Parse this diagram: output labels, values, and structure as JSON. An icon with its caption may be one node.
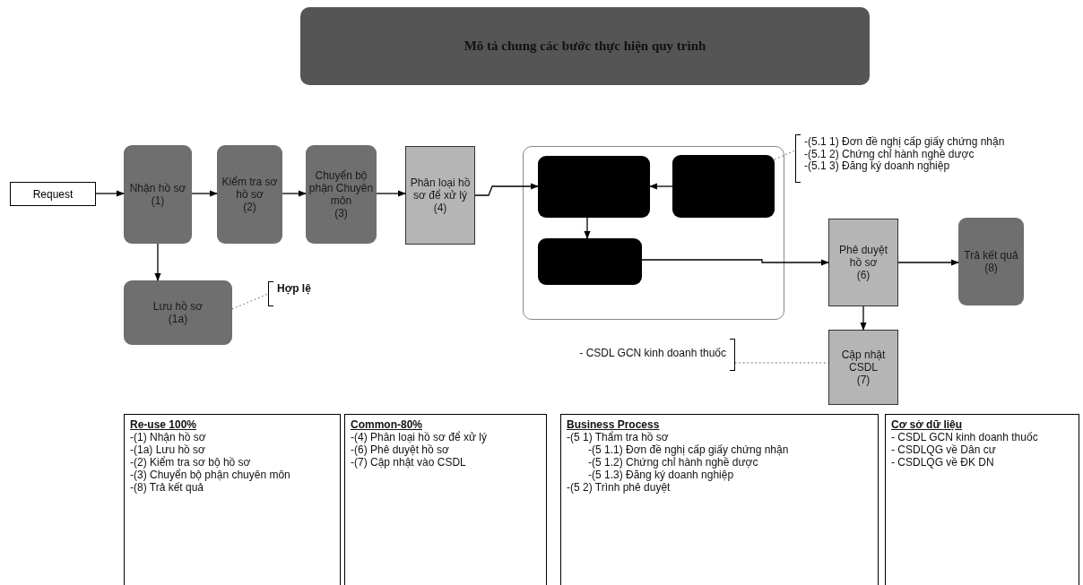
{
  "diagram": {
    "title": "Mô tả chung các bước thực hiện quy trình",
    "nodes": [
      {
        "text": [
          "Request"
        ]
      },
      {
        "text": [
          "Nhận hồ sơ",
          "(1)"
        ]
      },
      {
        "text": [
          "Kiểm tra sơ hồ sơ",
          "(2)"
        ]
      },
      {
        "text": [
          "Chuyển bộ phận Chuyên môn",
          "(3)"
        ]
      },
      {
        "text": [
          "Phân loại hồ sơ để xử lý",
          "(4)"
        ]
      },
      {
        "text": [],
        "shape": "box"
      },
      {
        "text": [],
        "shape": "box",
        "in": 5
      },
      {
        "text": [],
        "shape": "box",
        "in": 5
      },
      {
        "text": [],
        "shape": "box",
        "in": 5
      },
      {
        "text": [
          "Phê duyệt hồ sơ",
          "(6)"
        ]
      },
      {
        "text": [
          "Trả kết quả",
          "(8)"
        ]
      },
      {
        "text": [
          "Cập nhật CSDL",
          "(7)"
        ]
      },
      {
        "text": [
          "Lưu hồ sơ",
          "(1a)"
        ]
      },
      {
        "text": [
          "Hợp lệ"
        ]
      },
      {
        "text": [
          "-(5.1 1) Đơn đề nghị cấp giấy chứng nhận",
          "-(5.1 2) Chứng chỉ hành nghề dược",
          "-(5.1 3) Đăng ký doanh nghiệp"
        ]
      },
      {
        "text": [
          "- CSDL GCN kinh doanh thuốc"
        ]
      },
      {
        "text": [
          "Re-use 100%",
          "-(1) Nhận hồ sơ",
          "-(1a) Lưu hồ sơ",
          "-(2) Kiểm tra sơ bộ hồ sơ",
          "-(3) Chuyển bộ phận chuyên môn",
          "-(8) Trả kết quả"
        ]
      },
      {
        "text": [
          "Common-80%",
          "-(4) Phân loại hồ sơ để xử lý",
          "-(6) Phê duyệt hồ sơ",
          "-(7) Cập nhật vào CSDL"
        ]
      },
      {
        "text": [
          "Business Process",
          "-(5 1) Thẩm tra hồ sơ",
          "-(5 1.1) Đơn đề nghị cấp giấy chứng nhận",
          "-(5 1.2) Chứng chỉ hành nghề dược",
          "-(5 1.3) Đăng ký doanh nghiệp",
          "-(5 2) Trình phê duyệt"
        ]
      },
      {
        "text": [
          "Cơ sở dữ liệu",
          "- CSDL GCN kinh doanh thuốc",
          "- CSDLQG về Dân cư",
          "- CSDLQG về ĐK DN"
        ]
      }
    ],
    "edges": [
      {
        "from": 0,
        "to": 1,
        "arrow": "to"
      },
      {
        "from": 1,
        "to": 2,
        "arrow": "to"
      },
      {
        "from": 2,
        "to": 3,
        "arrow": "to"
      },
      {
        "from": 3,
        "to": 4,
        "arrow": "to"
      },
      {
        "from": 4,
        "to": 6,
        "arrow": "to"
      },
      {
        "from": 7,
        "to": 6,
        "arrow": "to"
      },
      {
        "from": 6,
        "to": 8,
        "arrow": "to"
      },
      {
        "from": 8,
        "to": 9,
        "arrow": "to"
      },
      {
        "from": 9,
        "to": 10,
        "arrow": "to"
      },
      {
        "from": 9,
        "to": 11,
        "arrow": "to"
      },
      {
        "from": 1,
        "to": 12,
        "arrow": "to"
      },
      {
        "from": 12,
        "to": 13,
        "arrow": "none",
        "style": "dashed"
      },
      {
        "from": 7,
        "to": 14,
        "arrow": "none",
        "style": "dashed"
      },
      {
        "from": 15,
        "to": 11,
        "arrow": "none",
        "style": "dashed"
      }
    ]
  }
}
